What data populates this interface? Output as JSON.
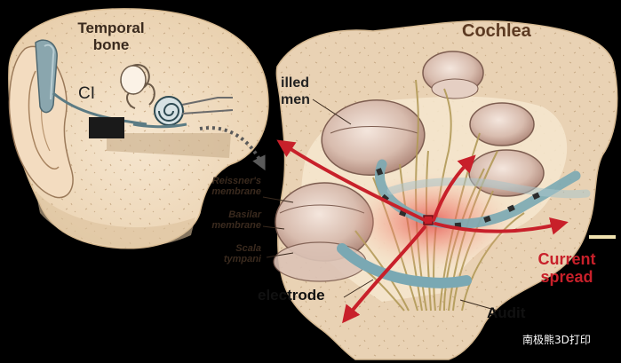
{
  "labels": {
    "temporal_bone": [
      "Temporal",
      "bone"
    ],
    "ci": "CI",
    "cochlea": "Cochlea",
    "filled_chamber": [
      "illed",
      "men"
    ],
    "reissners_membrane": [
      "Reissner's",
      "membrane"
    ],
    "basilar_membrane": [
      "Basilar",
      "membrane"
    ],
    "scala_tympani": [
      "Scala",
      "tympani"
    ],
    "electrode": "electrode",
    "current_spread": [
      "Current",
      "spread"
    ],
    "auditory": "Audit",
    "watermark": "南极熊3D打印"
  },
  "colors": {
    "background": "#000000",
    "bone": "#f0ddc0",
    "cochlea_tissue": "#e9d2b4",
    "chamber": "#c9a896",
    "electrode": "#7aa8b3",
    "current_arrow": "#c8202a",
    "nerve_fiber": "#b29a58",
    "label_text": "#3a2a1e"
  }
}
